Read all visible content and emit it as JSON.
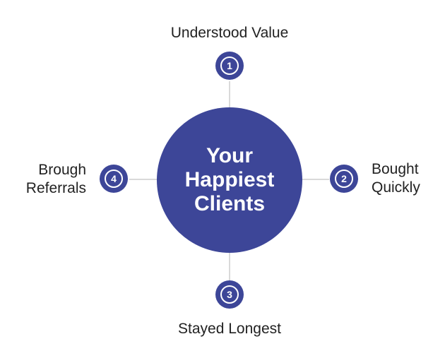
{
  "center": {
    "lines": [
      "Your",
      "Happiest",
      "Clients"
    ]
  },
  "steps": [
    {
      "number": "1",
      "label_lines": [
        "Understood Value"
      ]
    },
    {
      "number": "2",
      "label_lines": [
        "Bought",
        "Quickly"
      ]
    },
    {
      "number": "3",
      "label_lines": [
        "Stayed Longest"
      ]
    },
    {
      "number": "4",
      "label_lines": [
        "Brough",
        "Referrals"
      ]
    }
  ],
  "colors": {
    "accent": "#3d4698",
    "connector": "#d9d9d9",
    "text": "#222222"
  }
}
